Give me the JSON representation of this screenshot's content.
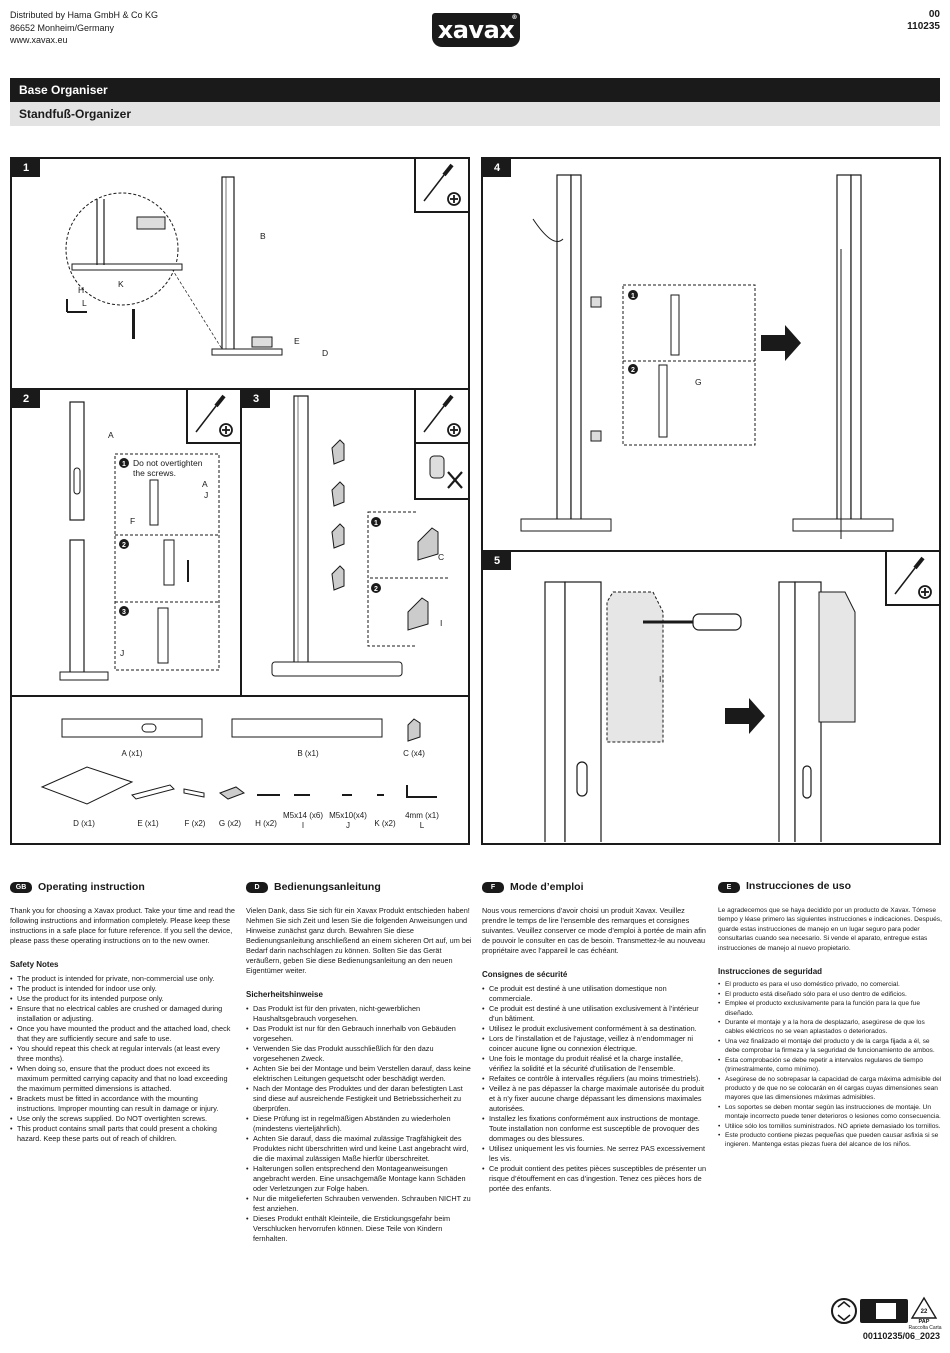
{
  "header": {
    "distributor_line1": "Distributed by Hama GmbH & Co KG",
    "distributor_line2": "86652 Monheim/Germany",
    "distributor_line3": "www.xavax.eu",
    "logo": "xavax",
    "logo_mark": "®",
    "code_line1": "00",
    "code_line2": "110235"
  },
  "titles": {
    "en": "Base Organiser",
    "de": "Standfuß-Organizer"
  },
  "steps": {
    "s1": "1",
    "s2": "2",
    "s3": "3",
    "s4": "4",
    "s5": "5",
    "note_1": "1",
    "note_2": "2",
    "note_3": "3",
    "overtighten_line1": "Do not overtighten",
    "overtighten_line2": "the screws."
  },
  "labels": {
    "A": "A",
    "B": "B",
    "C": "C",
    "D": "D",
    "E": "E",
    "F": "F",
    "G": "G",
    "H": "H",
    "I": "I",
    "J": "J",
    "K": "K",
    "L": "L"
  },
  "parts": [
    {
      "id": "a",
      "label": "A (x1)"
    },
    {
      "id": "b",
      "label": "B (x1)"
    },
    {
      "id": "c",
      "label": "C (x4)"
    },
    {
      "id": "d",
      "label": "D (x1)"
    },
    {
      "id": "e",
      "label": "E (x1)"
    },
    {
      "id": "f",
      "label": "F (x2)"
    },
    {
      "id": "g",
      "label": "G (x2)"
    },
    {
      "id": "h",
      "label": "H (x2)"
    },
    {
      "id": "i1",
      "label": "M5x14 (x6)"
    },
    {
      "id": "i2",
      "label": "I"
    },
    {
      "id": "j1",
      "label": "M5x10(x4)"
    },
    {
      "id": "j2",
      "label": "J"
    },
    {
      "id": "k",
      "label": "K (x2)"
    },
    {
      "id": "l1",
      "label": "4mm (x1)"
    },
    {
      "id": "l2",
      "label": "L"
    }
  ],
  "icons": {
    "screwdriver": "screwdriver-icon",
    "phillips": "phillips-head-icon",
    "arrow": "right-arrow-icon"
  },
  "gb": {
    "badge": "GB",
    "title": "Operating instruction",
    "intro": "Thank you for choosing a Xavax product. Take your time and read the following instructions and information completely. Please keep these instructions in a safe place for future reference. If you sell the device, please pass these operating instructions on to the new owner.",
    "safety_title": "Safety Notes",
    "safety": [
      "The product is intended for private, non-commercial use only.",
      "The product is intended for indoor use only.",
      "Use the product for its intended purpose only.",
      "Ensure that no electrical cables are crushed or damaged during installation or adjusting.",
      "Once you have mounted the product and the attached load, check that they are sufficiently secure and safe to use.",
      "You should repeat this check at regular intervals (at least every three months).",
      "When doing so, ensure that the product does not exceed its maximum permitted carrying capacity and that no load exceeding the maximum permitted dimensions is attached.",
      "Brackets must be fitted in accordance with the mounting instructions. Improper mounting can result in damage or injury.",
      "Use only the screws supplied. Do NOT overtighten screws.",
      "This product contains small parts that could present a choking hazard. Keep these parts out of reach of children."
    ]
  },
  "de": {
    "badge": "D",
    "title": "Bedienungsanleitung",
    "intro": "Vielen Dank, dass Sie sich für ein Xavax Produkt entschieden haben! Nehmen Sie sich Zeit und lesen Sie die folgenden Anweisungen und Hinweise zunächst ganz durch. Bewahren Sie diese Bedienungsanleitung anschließend an einem sicheren Ort auf, um bei Bedarf darin nachschlagen zu können. Sollten Sie das Gerät veräußern, geben Sie diese Bedienungsanleitung an den neuen Eigentümer weiter.",
    "safety_title": "Sicherheitshinweise",
    "safety": [
      "Das Produkt ist für den privaten, nicht-gewerblichen Haushaltsgebrauch vorgesehen.",
      "Das Produkt ist nur für den Gebrauch innerhalb von Gebäuden vorgesehen.",
      "Verwenden Sie das Produkt ausschließlich für den dazu vorgesehenen Zweck.",
      "Achten Sie bei der Montage und beim Verstellen darauf, dass keine elektrischen Leitungen gequetscht oder beschädigt werden.",
      "Nach der Montage des Produktes und der daran befestigten Last sind diese auf ausreichende Festigkeit und Betriebssicherheit zu überprüfen.",
      "Diese Prüfung ist in regelmäßigen Abständen zu wiederholen (mindestens vierteljährlich).",
      "Achten Sie darauf, dass die maximal zulässige Tragfähigkeit des Produktes nicht überschritten wird und keine Last angebracht wird, die die maximal zulässigen Maße hierfür überschreitet.",
      "Halterungen sollen entsprechend den Montageanweisungen angebracht werden. Eine unsachgemäße Montage kann Schäden oder Verletzungen zur Folge haben.",
      "Nur die mitgelieferten Schrauben verwenden. Schrauben NICHT zu fest anziehen.",
      "Dieses Produkt enthält Kleinteile, die Erstickungsgefahr beim Verschlucken hervorrufen können. Diese Teile von Kindern fernhalten."
    ]
  },
  "fr": {
    "badge": "F",
    "title": "Mode d’emploi",
    "intro": "Nous vous remercions d’avoir choisi un produit Xavax. Veuillez prendre le temps de lire l’ensemble des remarques et consignes suivantes. Veuillez conserver ce mode d’emploi à portée de main afin de pouvoir le consulter en cas de besoin. Transmettez-le au nouveau propriétaire avec l’appareil le cas échéant.",
    "safety_title": "Consignes de sécurité",
    "safety": [
      "Ce produit est destiné à une utilisation domestique non commerciale.",
      "Ce produit est destiné à une utilisation exclusivement à l’intérieur d’un bâtiment.",
      "Utilisez le produit exclusivement conformément à sa destination.",
      "Lors de l’installation et de l’ajustage, veillez à n’endommager ni coincer aucune ligne ou connexion électrique.",
      "Une fois le montage du produit réalisé et la charge installée, vérifiez la solidité et la sécurité d’utilisation de l’ensemble.",
      "Refaites ce contrôle à intervalles réguliers (au moins trimestriels).",
      "Veillez à ne pas dépasser la charge maximale autorisée du produit et à n’y fixer aucune charge dépassant les dimensions maximales autorisées.",
      "Installez les fixations conformément aux instructions de montage. Toute installation non conforme est susceptible de provoquer des dommages ou des blessures.",
      "Utilisez uniquement les vis fournies. Ne serrez PAS excessivement les vis.",
      "Ce produit contient des petites pièces susceptibles de présenter un risque d’étouffement en cas d’ingestion. Tenez ces pièces hors de portée des enfants."
    ]
  },
  "es": {
    "badge": "E",
    "title": "Instrucciones de uso",
    "intro": "Le agradecemos que se haya decidido por un producto de Xavax. Tómese tiempo y léase primero las siguientes instrucciones e indicaciones. Después, guarde estas instrucciones de manejo en un lugar seguro para poder consultarlas cuando sea necesario. Si vende el aparato, entregue estas instrucciones de manejo al nuevo propietario.",
    "safety_title": "Instrucciones de seguridad",
    "safety": [
      "El producto es para el uso doméstico privado, no comercial.",
      "El producto está diseñado sólo para el uso dentro de edificios.",
      "Emplee el producto exclusivamente para la función para la que fue diseñado.",
      "Durante el montaje y a la hora de desplazarlo, asegúrese de que los cables eléctricos no se vean aplastados o deteriorados.",
      "Una vez finalizado el montaje del producto y de la carga fijada a él, se debe comprobar la firmeza y la seguridad de funcionamiento de ambos.",
      "Esta comprobación se debe repetir a intervalos regulares de tiempo (trimestralmente, como mínimo).",
      "Asegúrese de no sobrepasar la capacidad de carga máxima admisible del producto y de que no se colocarán en él cargas cuyas dimensiones sean mayores que las dimensiones máximas admisibles.",
      "Los soportes se deben montar según las instrucciones de montaje. Un montaje incorrecto puede tener deterioros o lesiones como consecuencia.",
      "Utilice sólo los tornillos suministrados. NO apriete demasiado los tornillos.",
      "Este producto contiene piezas pequeñas que pueden causar asfixia si se ingieren. Mantenga estas piezas fuera del alcance de los niños."
    ]
  },
  "footer": {
    "pap_number": "22",
    "pap_label": "PAP",
    "raccolta": "Raccolta Carta",
    "doc_code": "00110235/06_2023"
  }
}
